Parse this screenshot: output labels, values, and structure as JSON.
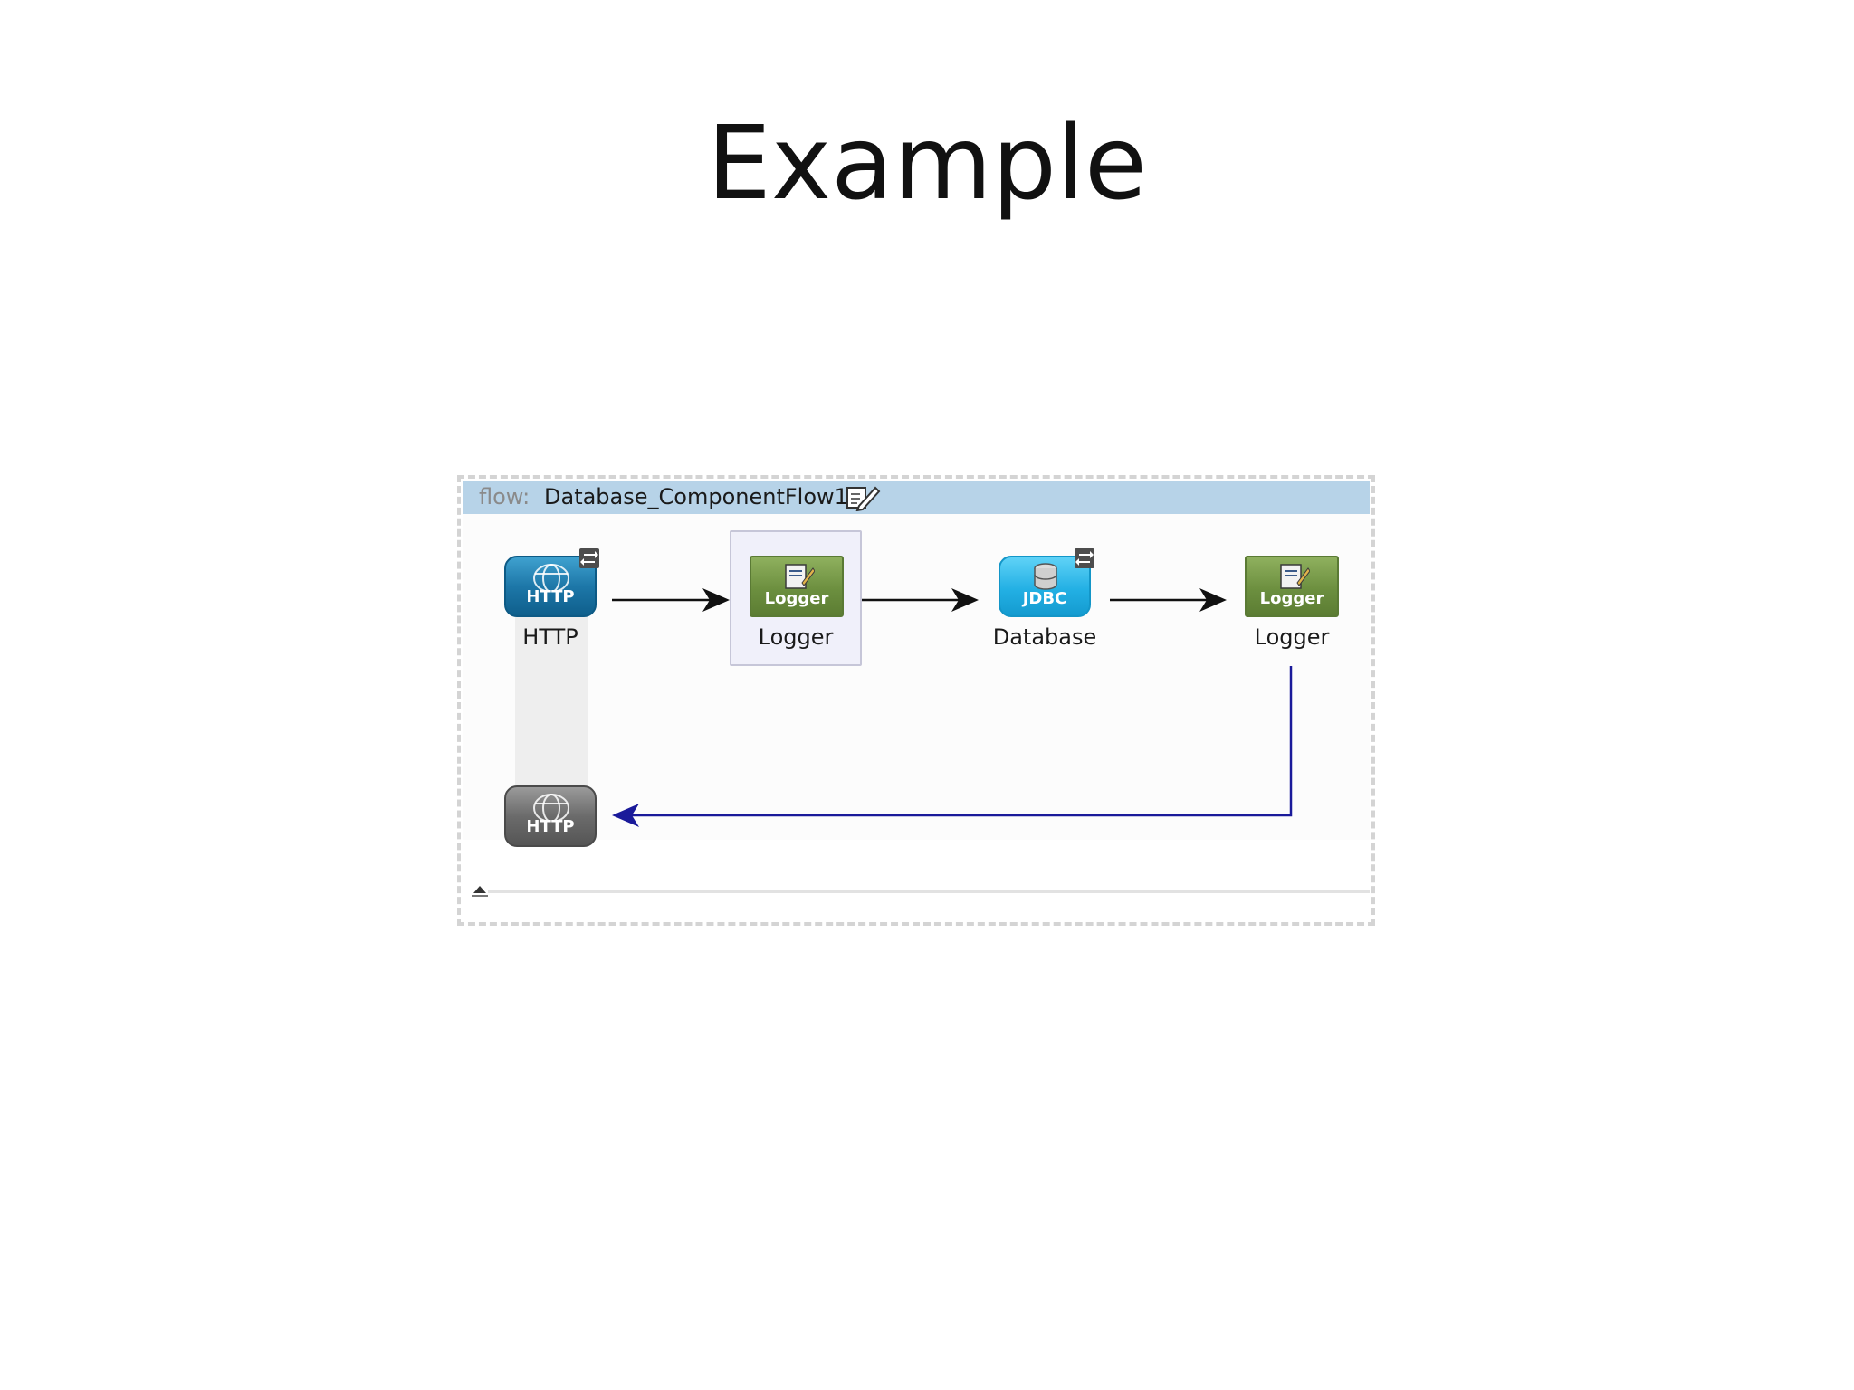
{
  "slide": {
    "title": "Example"
  },
  "flow": {
    "label": "flow:",
    "name": "Database_ComponentFlow1",
    "edit_icon": "edit-pencil-icon",
    "colors": {
      "header": "#b7d3e8",
      "connector": "#111111",
      "response_connector": "#1a1a9a"
    }
  },
  "nodes": [
    {
      "id": "http-inbound",
      "icon": "http-globe-icon",
      "icon_text": "HTTP",
      "caption": "HTTP",
      "exchange_pattern_icon": "exchange-arrows-icon"
    },
    {
      "id": "logger-1",
      "icon": "logger-document-icon",
      "icon_text": "Logger",
      "caption": "Logger",
      "selected": true
    },
    {
      "id": "database",
      "icon": "jdbc-database-icon",
      "icon_text": "JDBC",
      "caption": "Database",
      "exchange_pattern_icon": "exchange-arrows-icon"
    },
    {
      "id": "logger-2",
      "icon": "logger-document-icon",
      "icon_text": "Logger",
      "caption": "Logger"
    },
    {
      "id": "http-response",
      "icon": "http-globe-icon",
      "icon_text": "HTTP"
    }
  ],
  "connections": [
    {
      "from": "http-inbound",
      "to": "logger-1",
      "kind": "request"
    },
    {
      "from": "logger-1",
      "to": "database",
      "kind": "request"
    },
    {
      "from": "database",
      "to": "logger-2",
      "kind": "request"
    },
    {
      "from": "logger-2",
      "to": "http-response",
      "kind": "response"
    }
  ]
}
